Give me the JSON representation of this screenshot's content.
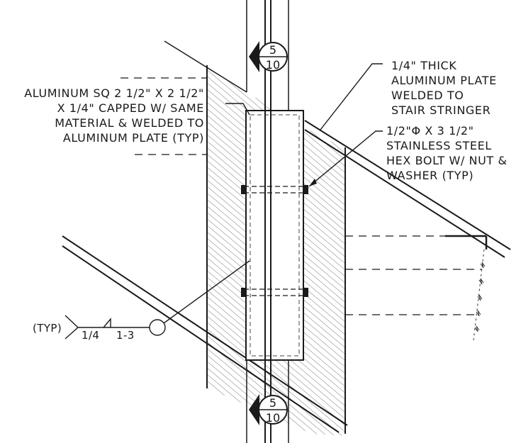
{
  "callouts": {
    "tube": [
      "ALUMINUM SQ 2 1/2\" X 2 1/2\"",
      "X 1/4\" CAPPED W/ SAME",
      "MATERIAL & WELDED TO",
      "ALUMINUM PLATE (TYP)"
    ],
    "plate": [
      "1/4\" THICK",
      "ALUMINUM PLATE",
      "WELDED TO",
      "STAIR STRINGER"
    ],
    "bolt": [
      "1/2\"Φ X 3 1/2\"",
      "STAINLESS STEEL",
      "HEX BOLT W/ NUT &",
      "WASHER (TYP)"
    ]
  },
  "weld": {
    "typ": "(TYP)",
    "size": "1/4",
    "pitch": "1-3"
  },
  "section_marks": {
    "top": {
      "number": "5",
      "sheet": "10"
    },
    "bottom": {
      "number": "5",
      "sheet": "10"
    }
  }
}
